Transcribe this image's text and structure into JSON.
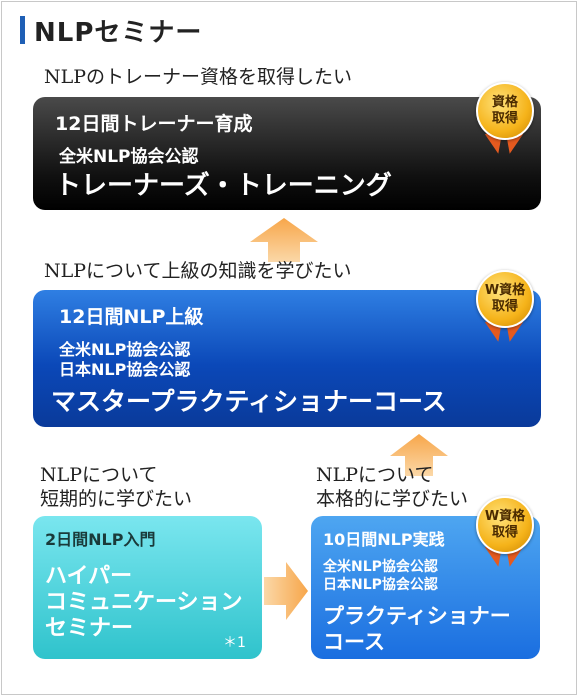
{
  "page": {
    "title": "NLPセミナー"
  },
  "trainer": {
    "lead": "NLPのトレーナー資格を取得したい",
    "days": "12日間トレーナー育成",
    "cert": "全米NLP協会公認",
    "name": "トレーナーズ・トレーニング",
    "badge_line1": "資格",
    "badge_line2": "取得"
  },
  "master": {
    "lead": "NLPについて上級の知識を学びたい",
    "days": "12日間NLP上級",
    "cert1": "全米NLP協会公認",
    "cert2": "日本NLP協会公認",
    "name": "マスタープラクティショナーコース",
    "badge_line1": "W資格",
    "badge_line2": "取得"
  },
  "hyper": {
    "lead1": "NLPについて",
    "lead2": "短期的に学びたい",
    "days": "2日間NLP入門",
    "name1": "ハイパー",
    "name2": "コミュニケーション",
    "name3": "セミナー",
    "note": "＊1"
  },
  "practitioner": {
    "lead1": "NLPについて",
    "lead2": "本格的に学びたい",
    "days": "10日間NLP実践",
    "cert1": "全米NLP協会公認",
    "cert2": "日本NLP協会公認",
    "name1": "プラクティショナー",
    "name2": "コース",
    "badge_line1": "W資格",
    "badge_line2": "取得"
  },
  "colors": {
    "accent": "#1f5fb5",
    "arrow": "#f5a84a",
    "badge": "#f5b31a"
  }
}
